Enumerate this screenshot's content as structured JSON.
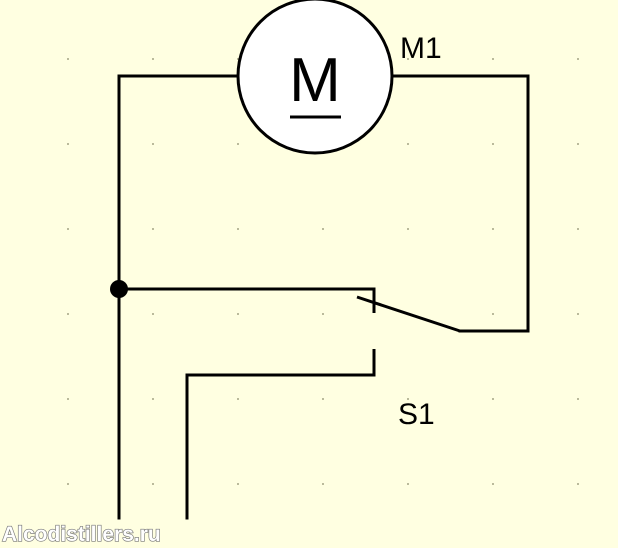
{
  "diagram": {
    "motor": {
      "symbol": "M",
      "designator": "M1"
    },
    "switch": {
      "designator": "S1"
    },
    "watermark": "Alcodistillers.ru",
    "colors": {
      "background": "#ffffe1",
      "wire": "#000000",
      "grid_dot": "#8a8a6a"
    }
  }
}
